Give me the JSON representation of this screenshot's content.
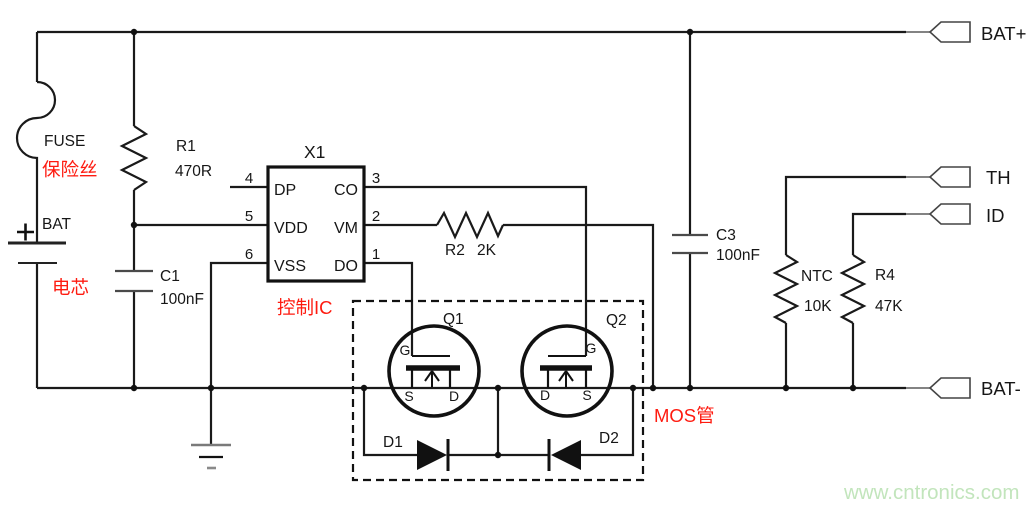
{
  "colors": {
    "wire": "#1a1a1a",
    "annotation_red": "#fe1b10",
    "watermark_green": "#c2e5bc"
  },
  "connectors": {
    "bat_plus": {
      "label": "BAT+"
    },
    "th": {
      "label": "TH"
    },
    "id": {
      "label": "ID"
    },
    "bat_minus": {
      "label": "BAT-"
    }
  },
  "components": {
    "fuse": {
      "label": "FUSE",
      "annotation": "保险丝"
    },
    "battery": {
      "label": "BAT",
      "plus": "+",
      "annotation": "电芯"
    },
    "r1": {
      "ref": "R1",
      "value": "470R"
    },
    "c1": {
      "ref": "C1",
      "value": "100nF"
    },
    "ic": {
      "ref": "X1",
      "annotation": "控制IC",
      "pins": {
        "dp": {
          "num": "4",
          "name": "DP"
        },
        "vdd": {
          "num": "5",
          "name": "VDD"
        },
        "vss": {
          "num": "6",
          "name": "VSS"
        },
        "co": {
          "num": "3",
          "name": "CO"
        },
        "vm": {
          "num": "2",
          "name": "VM"
        },
        "do": {
          "num": "1",
          "name": "DO"
        }
      }
    },
    "r2": {
      "ref": "R2",
      "value": "2K"
    },
    "q1": {
      "ref": "Q1",
      "gate": "G",
      "source": "S",
      "drain": "D"
    },
    "q2": {
      "ref": "Q2",
      "gate": "G",
      "source": "S",
      "drain": "D"
    },
    "d1": {
      "ref": "D1"
    },
    "d2": {
      "ref": "D2"
    },
    "mos_box": {
      "annotation": "MOS管"
    },
    "c3": {
      "ref": "C3",
      "value": "100nF"
    },
    "ntc": {
      "ref": "NTC",
      "value": "10K"
    },
    "r4": {
      "ref": "R4",
      "value": "47K"
    }
  },
  "watermark": "www.cntronics.com"
}
